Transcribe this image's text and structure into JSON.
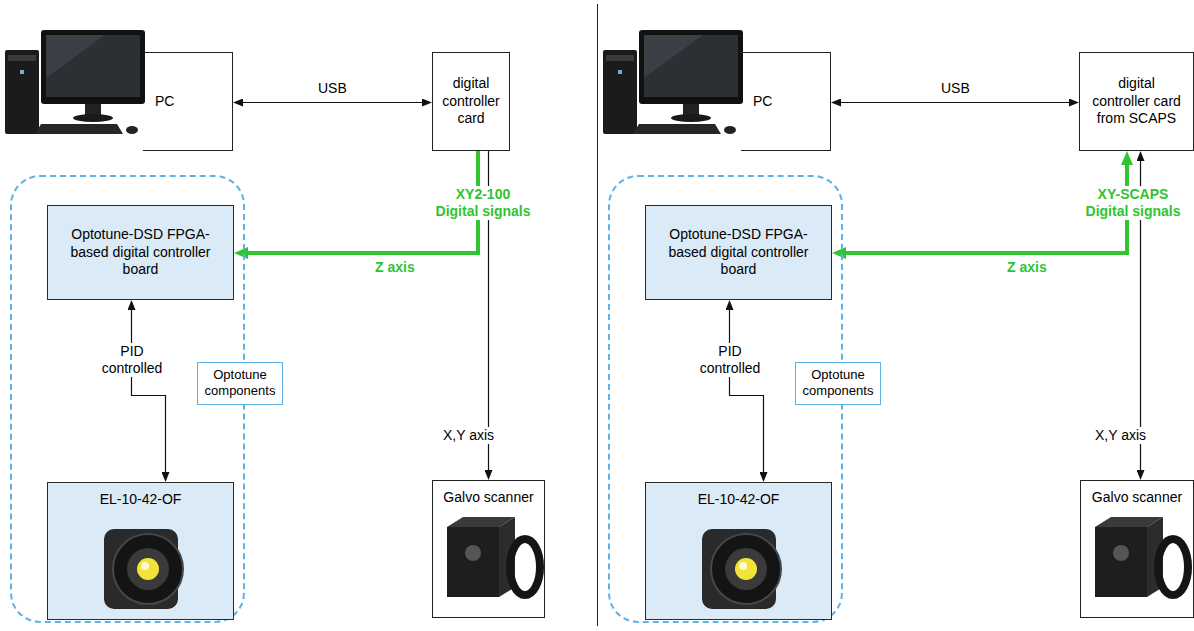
{
  "diagram": {
    "nodes": [
      {
        "text": [
          "PC"
        ]
      },
      {
        "text": [
          "digital controller card"
        ]
      },
      {
        "text": [
          "Optotune components"
        ]
      },
      {
        "text": [
          "Optotune-DSD FPGA-based digital controller board"
        ],
        "in": 2
      },
      {
        "text": [
          "EL-10-42-OF"
        ],
        "in": 2
      },
      {
        "text": [
          "Galvo scanner"
        ]
      },
      {
        "text": [
          "PC"
        ]
      },
      {
        "text": [
          "digital controller card from SCAPS"
        ]
      },
      {
        "text": [
          "Optotune components"
        ]
      },
      {
        "text": [
          "Optotune-DSD FPGA-based digital controller board"
        ],
        "in": 8
      },
      {
        "text": [
          "EL-10-42-OF"
        ],
        "in": 8
      },
      {
        "text": [
          "Galvo scanner"
        ]
      }
    ],
    "edges": [
      {
        "from": 0,
        "to": 1,
        "label": "USB",
        "arrow": "both"
      },
      {
        "from": 1,
        "to": 3,
        "label": "Z axis",
        "arrow": "to"
      },
      {
        "from": 1,
        "to": 5,
        "label": "X,Y axis",
        "arrow": "to"
      },
      {
        "from": 3,
        "to": 4,
        "label": "PID controlled",
        "arrow": "both"
      },
      {
        "from": 6,
        "to": 7,
        "label": "USB",
        "arrow": "both"
      },
      {
        "from": 7,
        "to": 9,
        "label": "Z axis",
        "arrow": "both"
      },
      {
        "from": 7,
        "to": 11,
        "label": "X,Y axis",
        "arrow": "both"
      },
      {
        "from": 9,
        "to": 10,
        "label": "PID controlled",
        "arrow": "both"
      }
    ],
    "labels": [
      "XY2-100 Digital signals",
      "XY-SCAPS Digital signals"
    ]
  }
}
